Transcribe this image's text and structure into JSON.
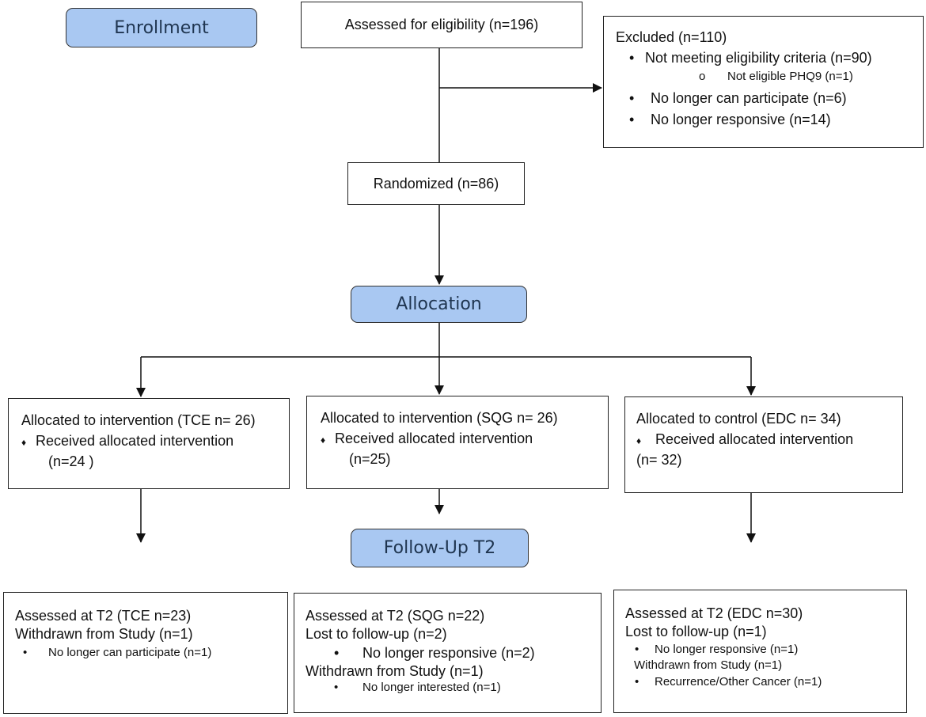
{
  "stages": {
    "enrollment": "Enrollment",
    "allocation": "Allocation",
    "followup": "Follow-Up T2"
  },
  "assessed": "Assessed for eligibility (n=196)",
  "excluded": {
    "title": "Excluded (n=110)",
    "items": [
      "Not meeting eligibility criteria (n=90)",
      "Not eligible PHQ9 (n=1)",
      "No longer can participate (n=6)",
      "No longer responsive (n=14)"
    ]
  },
  "randomized": "Randomized (n=86)",
  "arms": [
    {
      "title": "Allocated to intervention (TCE n= 26)",
      "item": "Received allocated intervention",
      "count": "(n=24 )"
    },
    {
      "title": "Allocated to intervention (SQG n= 26)",
      "item": "Received allocated intervention",
      "count": "(n=25)"
    },
    {
      "title": "Allocated to control (EDC n= 34)",
      "item": "Received allocated intervention",
      "count": "(n= 32)"
    }
  ],
  "followup": [
    {
      "assessed": "Assessed at T2 (TCE n=23)",
      "withdrawn": "Withdrawn from Study (n=1)",
      "withdrawn_item": "No longer can participate (n=1)"
    },
    {
      "assessed": "Assessed at T2 (SQG n=22)",
      "lost": "Lost to follow-up (n=2)",
      "lost_item": "No longer responsive (n=2)",
      "withdrawn": "Withdrawn from Study (n=1)",
      "withdrawn_item": "No longer interested (n=1)"
    },
    {
      "assessed": "Assessed at T2 (EDC n=30)",
      "lost": "Lost to follow-up (n=1)",
      "lost_item": "No longer responsive (n=1)",
      "withdrawn": "Withdrawn from Study (n=1)",
      "withdrawn_item": "Recurrence/Other Cancer (n=1)"
    }
  ],
  "glyphs": {
    "bullet": "•",
    "circle": "o",
    "diamond": "♦"
  }
}
